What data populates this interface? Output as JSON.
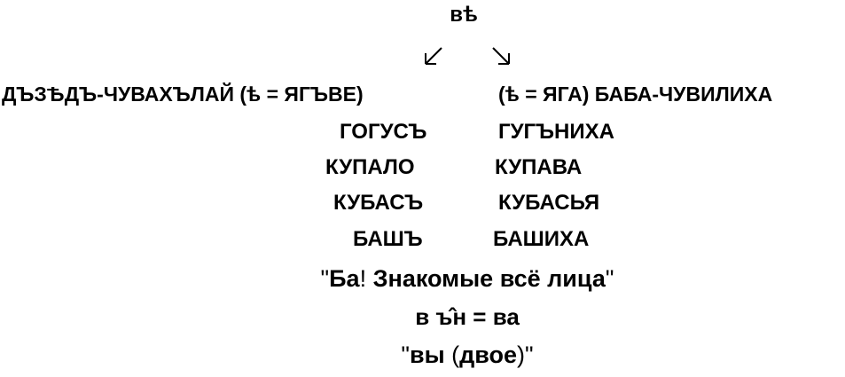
{
  "top": {
    "root": "вѣ"
  },
  "branches": {
    "left": "ДЪЗѢДЪ-ЧУВАХЪЛАЙ (ѣ = ЯГЪВЕ)",
    "right": "(ѣ = ЯГА) БАБА-ЧУВИЛИХА"
  },
  "pairs": [
    {
      "left": "ГОГУСЪ",
      "right": "ГУГЪНИХА"
    },
    {
      "left": "КУПАЛО",
      "right": "КУПАВА"
    },
    {
      "left": "КУБАСЪ",
      "right": "КУБАСЬЯ"
    },
    {
      "left": "БАШЪ",
      "right": "БАШИХА"
    }
  ],
  "quote1": {
    "open": "\"",
    "a": "Ба",
    "excl": "!",
    "b": "Знакомые всё лица",
    "close": "\""
  },
  "formula": "в ъ̂н = ва",
  "quote2": {
    "open": "\"",
    "a": "вы",
    "paren_open": " (",
    "b": "двое",
    "paren_close": ")",
    "close": "\""
  }
}
